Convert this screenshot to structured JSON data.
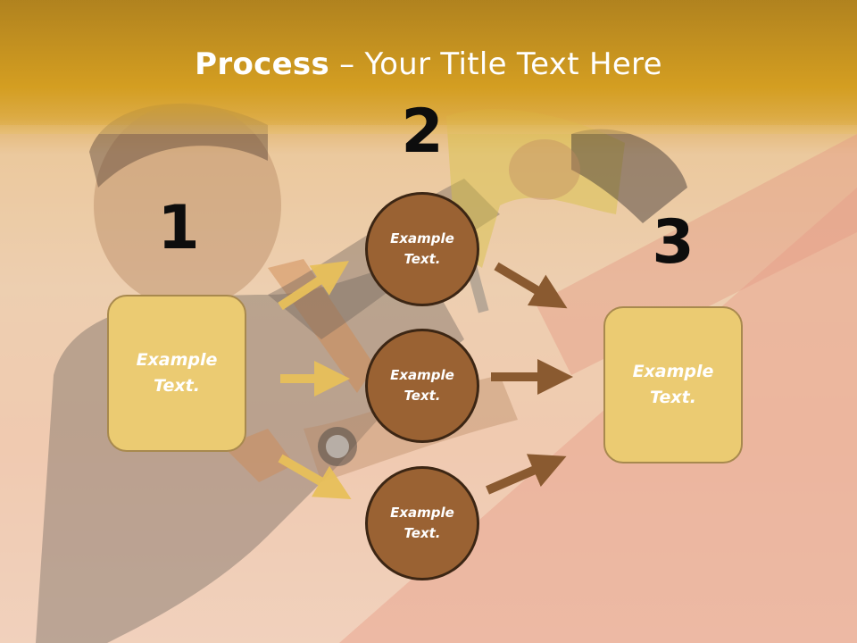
{
  "slide": {
    "title_bold": "Process",
    "title_sep": " – ",
    "title_rest": "Your Title Text Here"
  },
  "steps": {
    "num1": "1",
    "num2": "2",
    "num3": "3"
  },
  "boxes": {
    "left": "Example\nText.",
    "right": "Example\nText."
  },
  "circles": {
    "top": "Example\nText.",
    "middle": "Example\nText.",
    "bottom": "Example\nText."
  },
  "colors": {
    "header": "#d49e20",
    "box_fill": "#ebcb72",
    "circle_fill": "#9a6233",
    "arrow_light": "#e8c05a",
    "arrow_dark": "#8a5a30"
  }
}
